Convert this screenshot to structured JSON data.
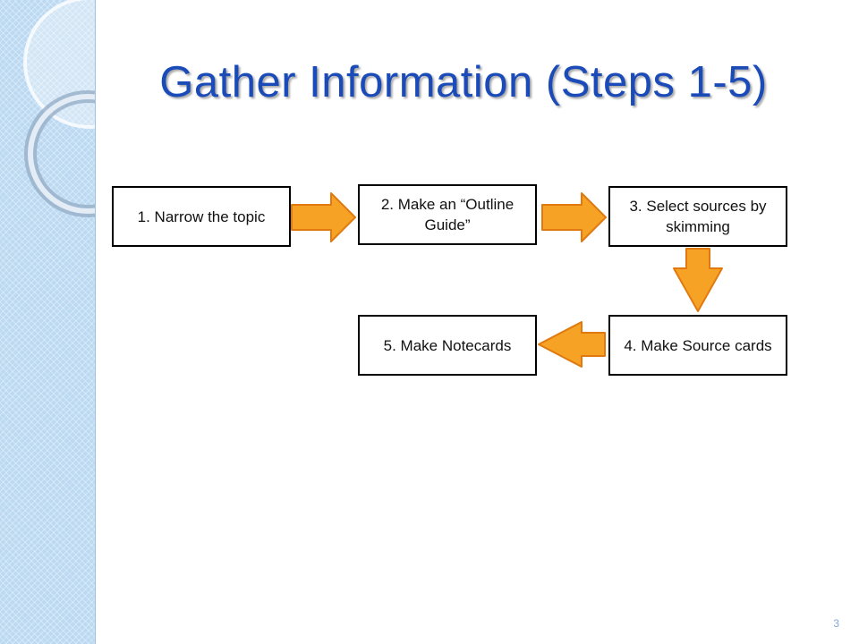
{
  "title": "Gather Information (Steps 1-5)",
  "steps": [
    {
      "label": "1. Narrow the topic"
    },
    {
      "label": "2. Make an “Outline Guide”"
    },
    {
      "label": "3. Select sources by skimming"
    },
    {
      "label": "4. Make Source cards"
    },
    {
      "label": "5. Make Notecards"
    }
  ],
  "slide_number": "3",
  "colors": {
    "title": "#1a4bb8",
    "arrow_fill": "#f5a225",
    "arrow_stroke": "#e07a10",
    "sidebar": "#bcd9f2"
  }
}
